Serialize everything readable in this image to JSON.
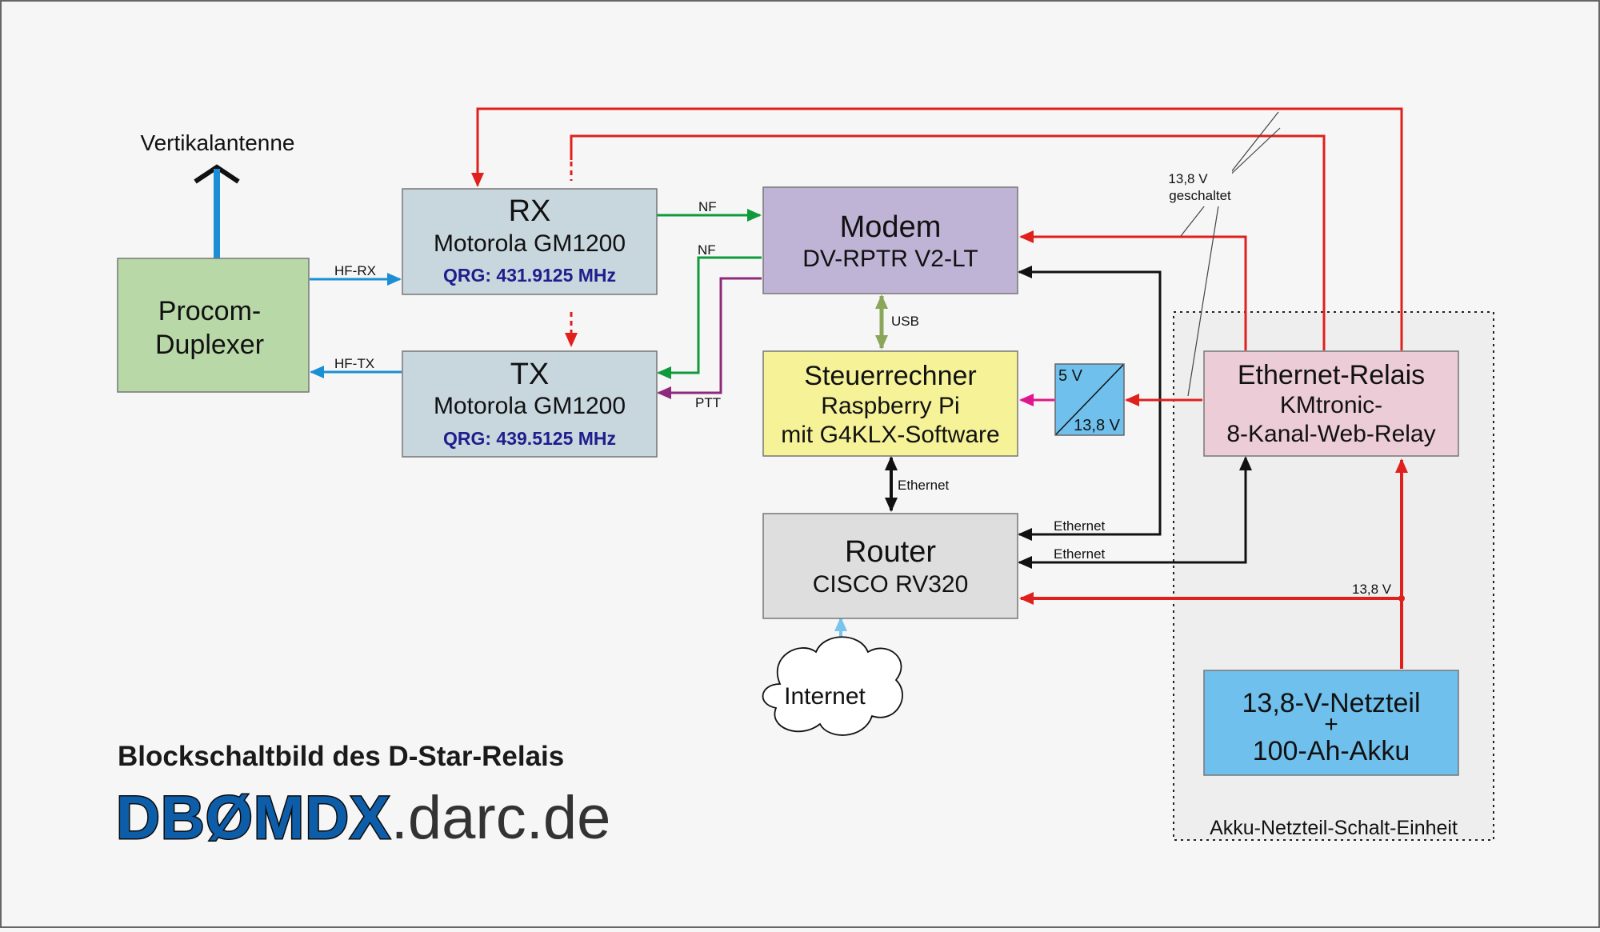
{
  "antenna": {
    "label": "Vertikalantenne"
  },
  "blocks": {
    "duplexer": {
      "line1": "Procom-",
      "line2": "Duplexer"
    },
    "rx": {
      "title": "RX",
      "model": "Motorola GM1200",
      "qrg": "QRG: 431.9125 MHz"
    },
    "tx": {
      "title": "TX",
      "model": "Motorola GM1200",
      "qrg": "QRG: 439.5125 MHz"
    },
    "modem": {
      "title": "Modem",
      "model": "DV-RPTR V2-LT"
    },
    "steuerrechner": {
      "title": "Steuerrechner",
      "line2": "Raspberry Pi",
      "line3": "mit G4KLX-Software"
    },
    "router": {
      "title": "Router",
      "model": "CISCO RV320"
    },
    "relais": {
      "title": "Ethernet-Relais",
      "line2": "KMtronic-",
      "line3": "8-Kanal-Web-Relay"
    },
    "netzteil": {
      "line1": "13,8-V-Netzteil",
      "line2": "+",
      "line3": "100-Ah-Akku"
    },
    "converter": {
      "top": "5 V",
      "bottom": "13,8 V"
    },
    "internet": {
      "label": "Internet"
    }
  },
  "connections": {
    "hf_rx": "HF-RX",
    "hf_tx": "HF-TX",
    "nf_rx": "NF",
    "nf_tx": "NF",
    "ptt": "PTT",
    "usb": "USB",
    "ethernet_pi": "Ethernet",
    "ethernet_modem": "Ethernet",
    "ethernet_relais": "Ethernet",
    "v138": "13,8 V",
    "switched_1": "13,8 V",
    "switched_2": "geschaltet"
  },
  "unit": {
    "label": "Akku-Netzteil-Schalt-Einheit"
  },
  "footer": {
    "title": "Blockschaltbild des D-Star-Relais",
    "brand_bold": "DBØMDX",
    "brand_tail": ".darc.de"
  },
  "colors": {
    "red": "#e0201c",
    "green": "#0f9a3c",
    "purple": "#8e2a7c",
    "blue": "#1a8fd4",
    "black": "#111111",
    "olive": "#8aa65a",
    "magenta": "#e0168c",
    "light_blue": "#78c4ec"
  }
}
